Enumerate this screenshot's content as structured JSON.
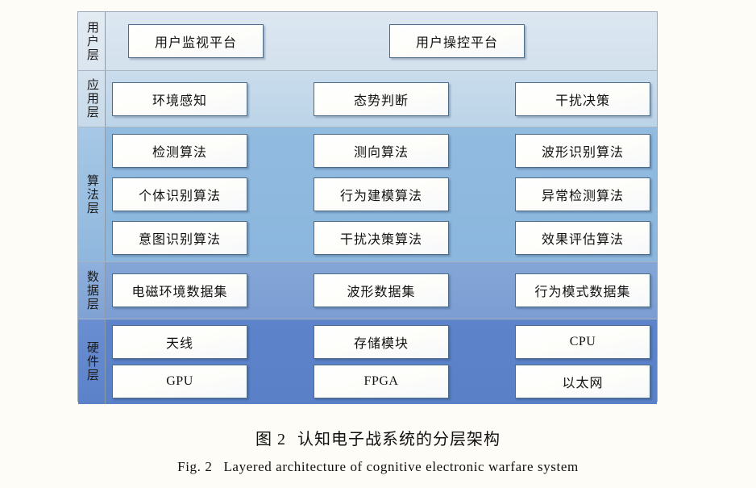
{
  "diagram": {
    "layers": [
      {
        "id": "user-layer",
        "label": "用户层",
        "nodes": [
          "用户监视平台",
          "用户操控平台"
        ]
      },
      {
        "id": "application-layer",
        "label": "应用层",
        "nodes": [
          "环境感知",
          "态势判断",
          "干扰决策"
        ]
      },
      {
        "id": "algorithm-layer",
        "label": "算法层",
        "rows": [
          [
            "检测算法",
            "测向算法",
            "波形识别算法"
          ],
          [
            "个体识别算法",
            "行为建模算法",
            "异常检测算法"
          ],
          [
            "意图识别算法",
            "干扰决策算法",
            "效果评估算法"
          ]
        ]
      },
      {
        "id": "data-layer",
        "label": "数据层",
        "nodes": [
          "电磁环境数据集",
          "波形数据集",
          "行为模式数据集"
        ]
      },
      {
        "id": "hardware-layer",
        "label": "硬件层",
        "rows": [
          [
            "天线",
            "存储模块",
            "CPU"
          ],
          [
            "GPU",
            "FPGA",
            "以太网"
          ]
        ]
      }
    ]
  },
  "caption": {
    "cn_number": "图 2",
    "cn_title": "认知电子战系统的分层架构",
    "en_number": "Fig. 2",
    "en_title": "Layered architecture of cognitive electronic warfare system"
  },
  "colors": {
    "page_background": "#fdfcf7",
    "user_band": "#d6e3ee",
    "application_band": "#c3d8ea",
    "algorithm_band": "#8fb9de",
    "data_band": "#7fa0d4",
    "hardware_band": "#5a80c8",
    "node_border": "#4a6b8a",
    "node_fill": "#ffffff"
  }
}
